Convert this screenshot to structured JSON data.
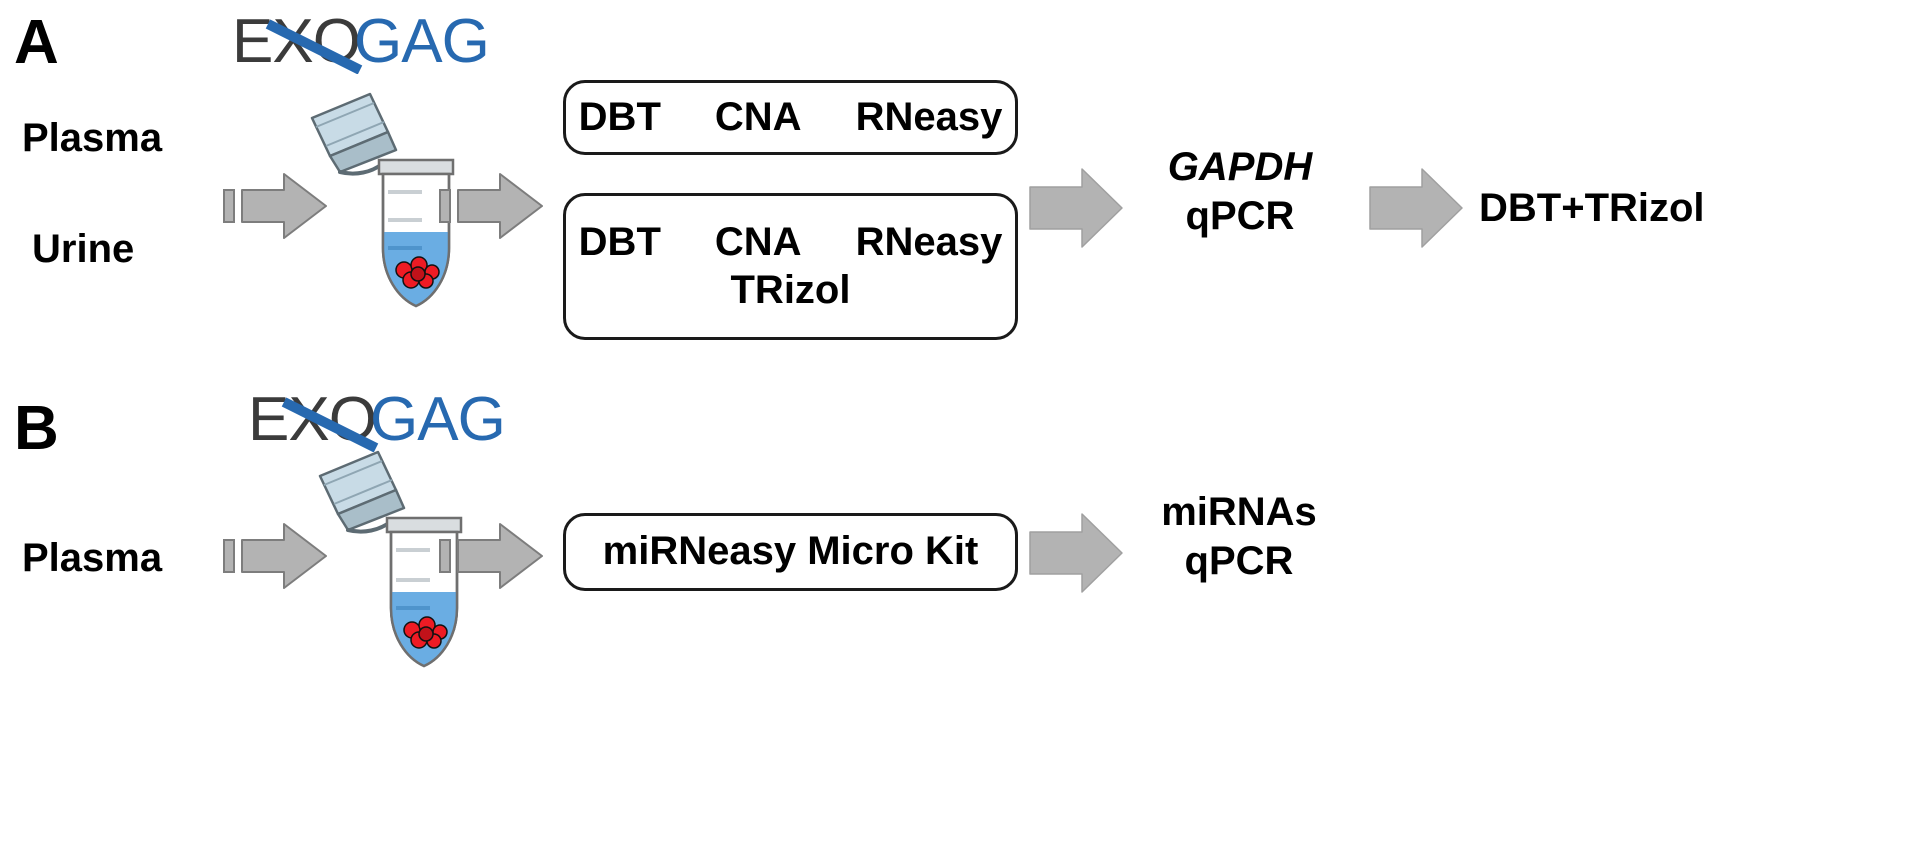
{
  "figure": {
    "panels": [
      {
        "id": "A",
        "letter": "A",
        "logo": {
          "dark_text": "EXO",
          "blue_text": "GAG",
          "dark_color": "#3b3b3b",
          "blue_color": "#2769b0",
          "name": "exogag-logo"
        },
        "samples": [
          "Plasma",
          "Urine"
        ],
        "arrows": [
          "arrow-1",
          "arrow-2",
          "arrow-3",
          "arrow-4"
        ],
        "boxes": [
          {
            "name": "extraction-methods-box-1",
            "rows": [
              [
                "DBT",
                "CNA",
                "RNeasy"
              ]
            ]
          },
          {
            "name": "extraction-methods-box-2",
            "rows": [
              [
                "DBT",
                "CNA",
                "RNeasy"
              ],
              [
                "TRizol"
              ]
            ]
          }
        ],
        "outcome": {
          "name": "gapdh-qpcr-outcome",
          "lines": [
            {
              "text": "GAPDH",
              "italic": true
            },
            {
              "text": "qPCR",
              "italic": false
            }
          ]
        },
        "final": {
          "name": "final-method-label",
          "text": "DBT+TRizol"
        }
      },
      {
        "id": "B",
        "letter": "B",
        "logo": {
          "dark_text": "EXO",
          "blue_text": "GAG",
          "dark_color": "#3b3b3b",
          "blue_color": "#2769b0",
          "name": "exogag-logo"
        },
        "samples": [
          "Plasma"
        ],
        "arrows": [
          "arrow-1",
          "arrow-2",
          "arrow-3"
        ],
        "boxes": [
          {
            "name": "mirneasy-kit-box",
            "rows": [
              [
                "miRNeasy Micro Kit"
              ]
            ]
          }
        ],
        "outcome": {
          "name": "mirnas-qpcr-outcome",
          "lines": [
            {
              "text": "miRNAs",
              "italic": false
            },
            {
              "text": "qPCR",
              "italic": false
            }
          ]
        }
      }
    ],
    "palette": {
      "arrow_fill": "#b3b3b3",
      "arrow_stroke": "#7d7d7d",
      "tube_liquid": "#6aade3",
      "tube_body": "#ffffff",
      "tube_outline": "#6f6f6f",
      "tube_cap": "#c8dbe6",
      "exosome": "#ee1b24",
      "box_border": "#1a1a1a",
      "text": "#000000",
      "logo_dark": "#3b3b3b",
      "logo_blue": "#2769b0",
      "background": "#ffffff"
    },
    "icons": {
      "tube": "microcentrifuge-tube-icon",
      "arrow": "right-block-arrow-icon",
      "exosome": "exosome-cluster-icon"
    }
  }
}
